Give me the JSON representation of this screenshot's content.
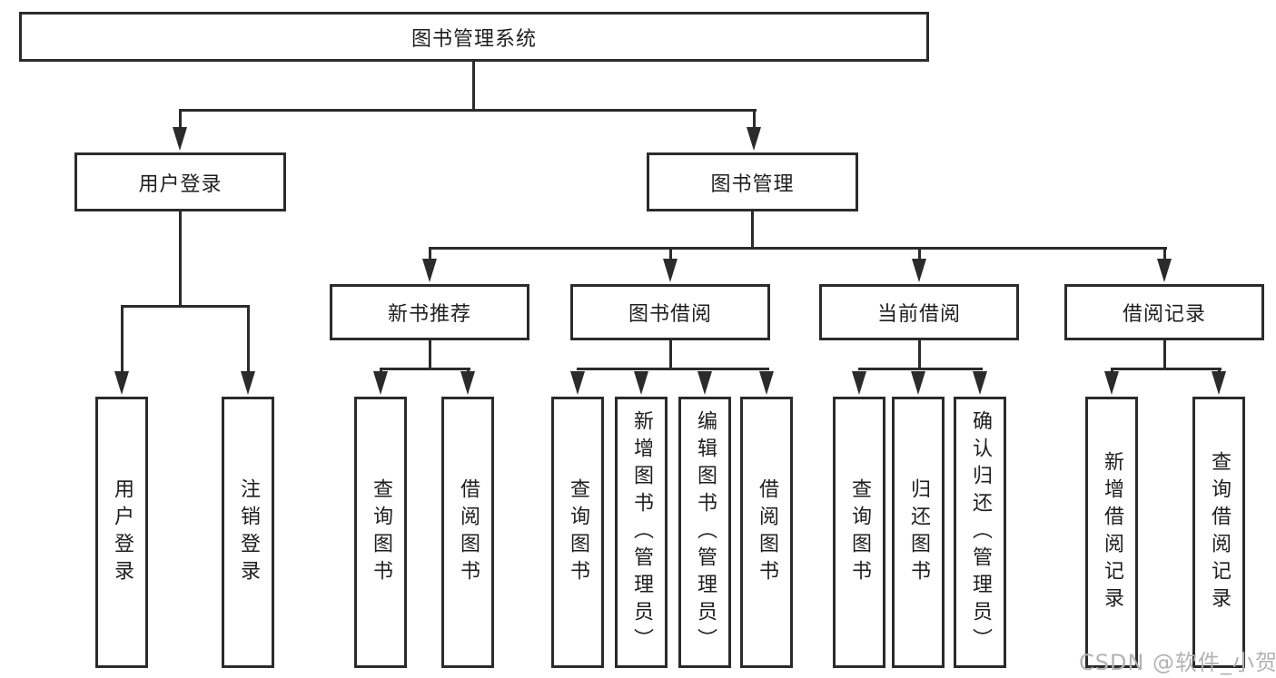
{
  "tree": {
    "root": {
      "label": "图书管理系统"
    },
    "login": {
      "label": "用户登录",
      "children": [
        {
          "label": "用户登录"
        },
        {
          "label": "注销登录"
        }
      ]
    },
    "management": {
      "label": "图书管理",
      "sections": [
        {
          "label": "新书推荐",
          "children": [
            {
              "label": "查询图书"
            },
            {
              "label": "借阅图书"
            }
          ]
        },
        {
          "label": "图书借阅",
          "children": [
            {
              "label": "查询图书"
            },
            {
              "label": "新增图书（管理员）"
            },
            {
              "label": "编辑图书（管理员）"
            },
            {
              "label": "借阅图书"
            }
          ]
        },
        {
          "label": "当前借阅",
          "children": [
            {
              "label": "查询图书"
            },
            {
              "label": "归还图书"
            },
            {
              "label": "确认归还（管理员）"
            }
          ]
        },
        {
          "label": "借阅记录",
          "children": [
            {
              "label": "新增借阅记录"
            },
            {
              "label": "查询借阅记录"
            }
          ]
        }
      ]
    }
  },
  "watermark": {
    "text": "CSDN @软件_小贺同学"
  },
  "colors": {
    "line": "#2b2b2b",
    "box_fill": "#ffffff",
    "text": "#1e1e1e",
    "watermark_text": "#b3b3b3"
  }
}
